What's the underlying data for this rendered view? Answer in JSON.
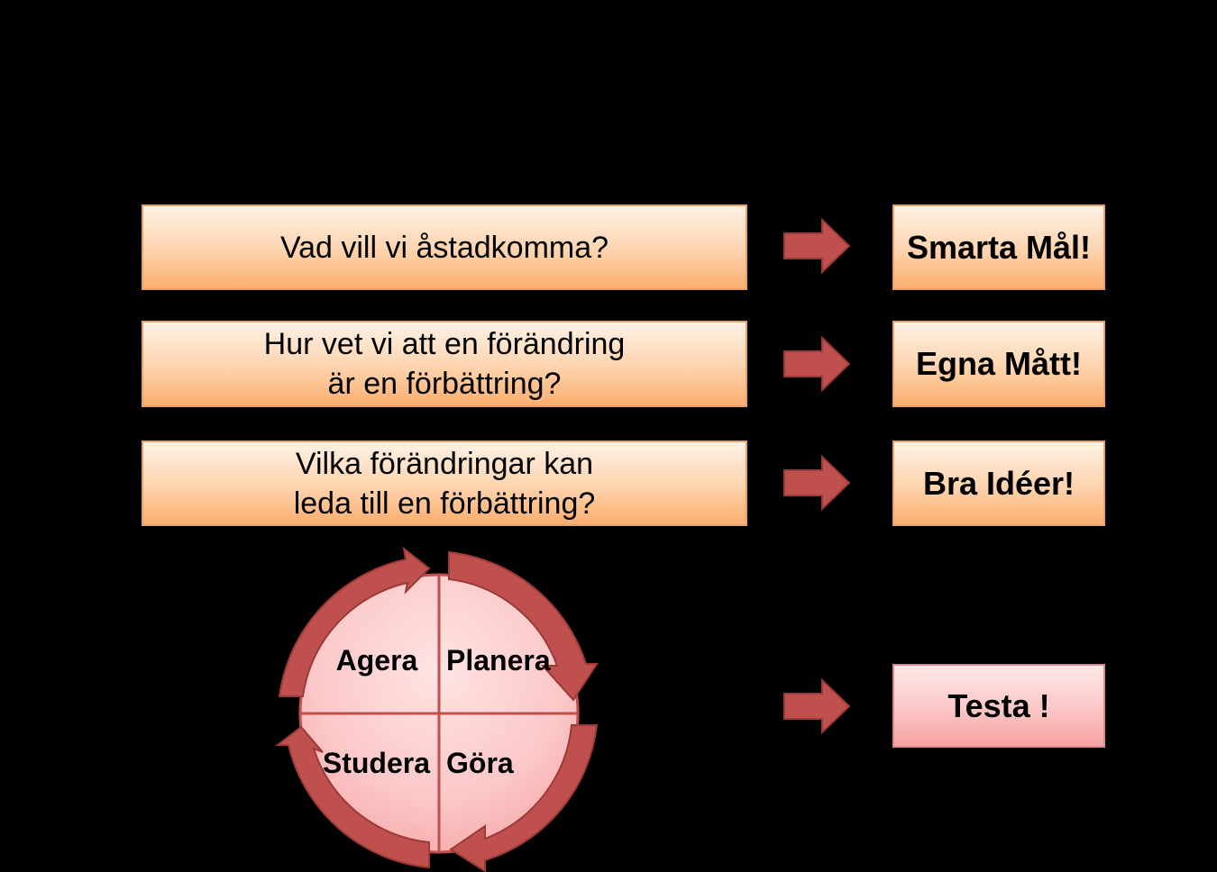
{
  "rows": [
    {
      "question": "Vad vill vi åstadkomma?",
      "answer": "Smarta Mål!"
    },
    {
      "question": "Hur vet vi att en förändring\när en förbättring?",
      "answer": "Egna Mått!"
    },
    {
      "question": "Vilka förändringar kan\nleda till en förbättring?",
      "answer": "Bra Idéer!"
    }
  ],
  "cycle": {
    "quadrants": {
      "top_left": "Agera",
      "top_right": "Planera",
      "bottom_right": "Göra",
      "bottom_left": "Studera"
    },
    "result": "Testa !"
  },
  "colors": {
    "box_orange": "#fdd3ad",
    "box_pink": "#fcc6c6",
    "arrow_red": "#c0504d",
    "background": "#000000"
  }
}
